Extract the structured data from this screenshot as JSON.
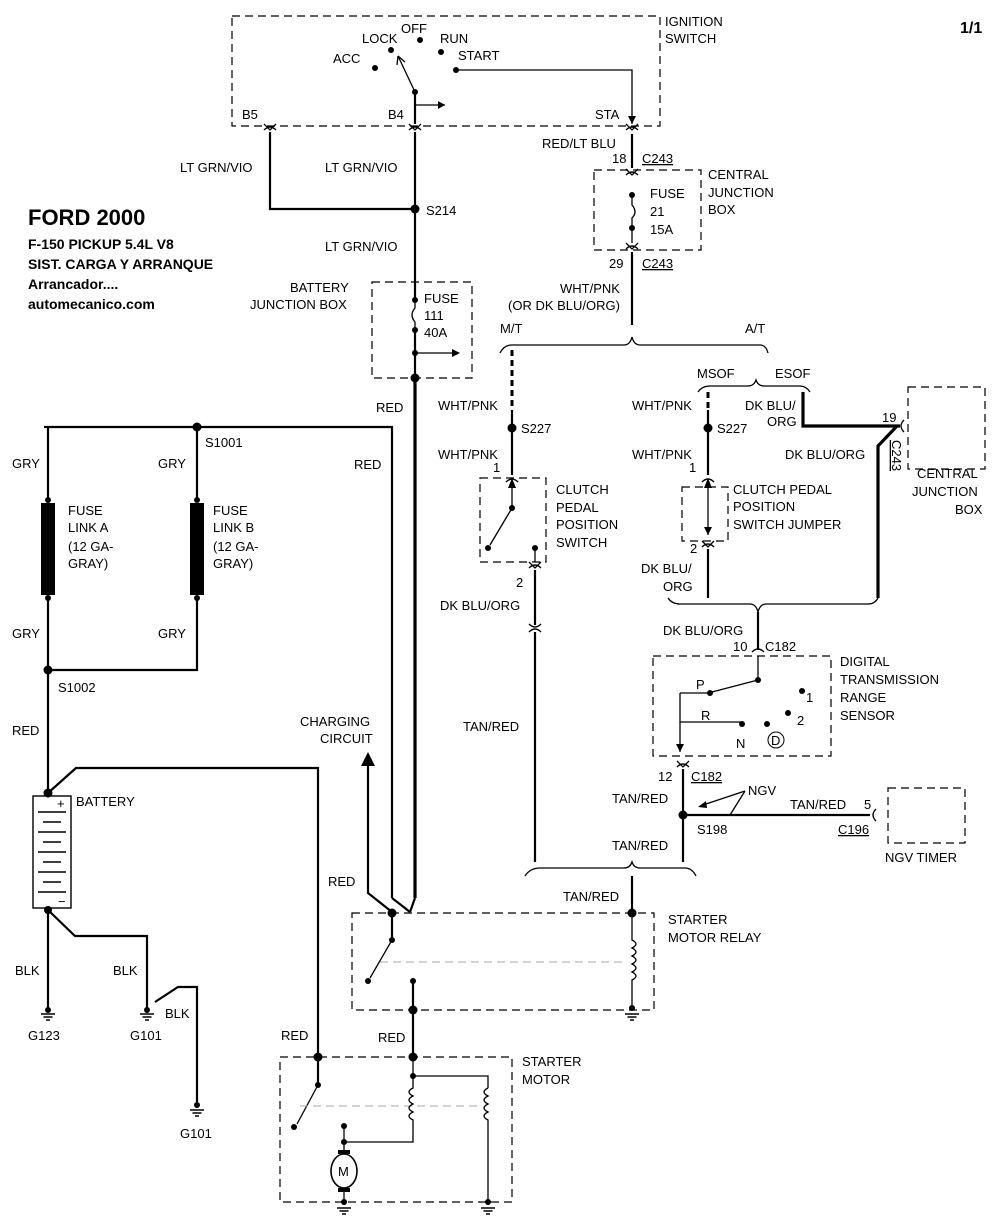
{
  "header": {
    "page": "1/1",
    "title": "FORD 2000",
    "vehicle": "F-150 PICKUP  5.4L  V8",
    "system": "SIST. CARGA Y ARRANQUE",
    "topic": "Arrancador....",
    "site": "automecanico.com"
  },
  "ignition": {
    "name": "IGNITION SWITCH",
    "positions": [
      "LOCK",
      "OFF",
      "RUN",
      "ACC",
      "START"
    ],
    "terminals": [
      "B5",
      "B4",
      "STA"
    ]
  },
  "wires": {
    "lt_grn_vio": "LT GRN/VIO",
    "red": "RED",
    "red_lt_blu": "RED/LT BLU",
    "wht_pnk": "WHT/PNK",
    "or_dk_blu_org": "(OR DK BLU/ORG)",
    "dk_blu_org": "DK BLU/ORG",
    "dk_blu_slash": "DK BLU/",
    "org": "ORG",
    "tan_red": "TAN/RED",
    "gry": "GRY",
    "blk": "BLK"
  },
  "splices": [
    "S214",
    "S1001",
    "S1002",
    "S227",
    "S198"
  ],
  "connectors": {
    "c243": "C243",
    "c182": "C182",
    "c196": "C196",
    "pin18": "18",
    "pin29": "29",
    "pin19": "19",
    "pin1": "1",
    "pin2": "2",
    "pin10": "10",
    "pin12": "12",
    "pin5": "5"
  },
  "central_junction_box": {
    "name": "CENTRAL JUNCTION BOX",
    "fuse": [
      "FUSE",
      "21",
      "15A"
    ]
  },
  "battery_junction_box": {
    "name": "BATTERY JUNCTION BOX",
    "fuse": [
      "FUSE",
      "111",
      "40A"
    ]
  },
  "fuse_links": {
    "a": [
      "FUSE",
      "LINK A",
      "(12 GA-",
      "GRAY)"
    ],
    "b": [
      "FUSE",
      "LINK B",
      "(12 GA-",
      "GRAY)"
    ]
  },
  "transmission": {
    "mt": "M/T",
    "at": "A/T",
    "msof": "MSOF",
    "esof": "ESOF"
  },
  "clutch_switch": "CLUTCH PEDAL POSITION SWITCH",
  "clutch_jumper": "CLUTCH PEDAL POSITION SWITCH JUMPER",
  "trs": {
    "name": "DIGITAL TRANSMISSION RANGE SENSOR",
    "positions": [
      "P",
      "R",
      "N",
      "D",
      "1",
      "2"
    ]
  },
  "ngv": {
    "label": "NGV",
    "timer": "NGV TIMER"
  },
  "charging": "CHARGING CIRCUIT",
  "battery": {
    "name": "BATTERY",
    "plus": "+",
    "minus": "−"
  },
  "grounds": [
    "G123",
    "G101",
    "G101"
  ],
  "starter_relay": "STARTER MOTOR RELAY",
  "starter_motor": {
    "name": "STARTER MOTOR",
    "motor_symbol": "M"
  }
}
